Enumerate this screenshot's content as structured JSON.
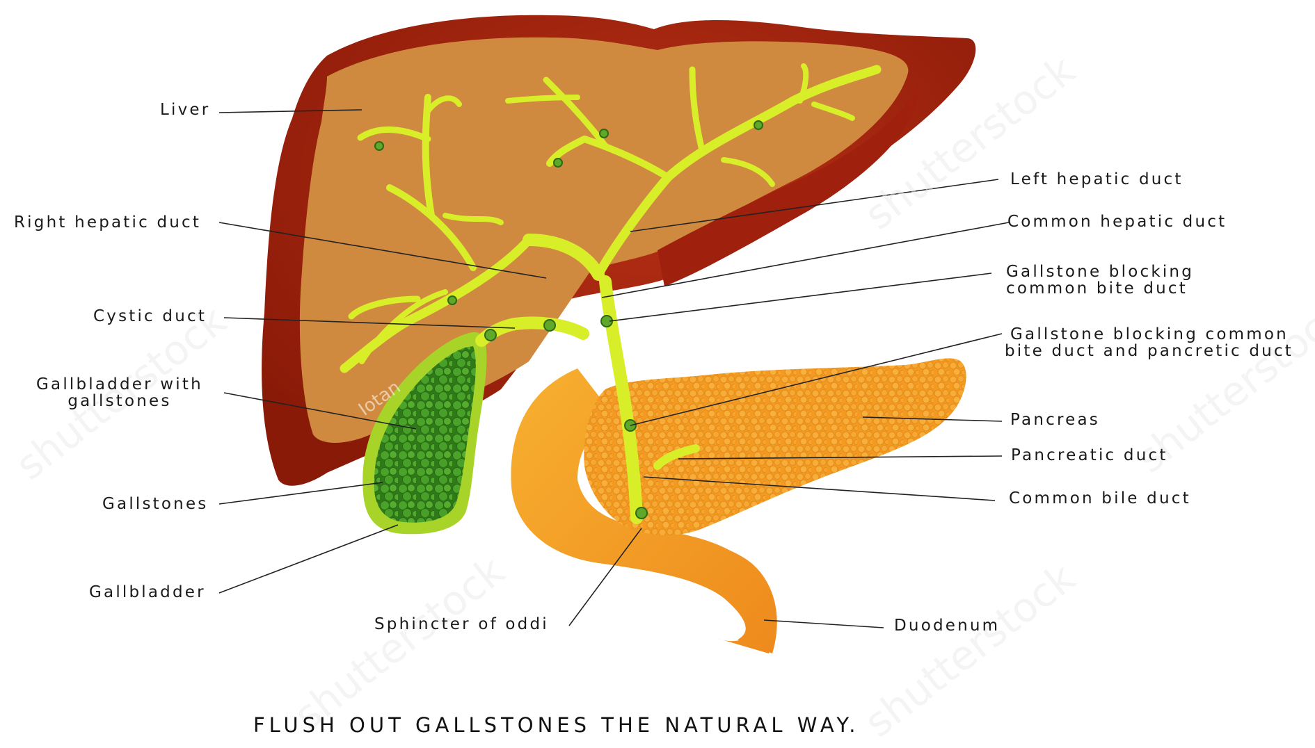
{
  "labels": {
    "liver": "Liver",
    "right_hepatic_duct": "Right hepatic duct",
    "cystic_duct": "Cystic duct",
    "gallbladder_with_gallstones": [
      "Gallbladder with",
      "gallstones"
    ],
    "gallstones": "Gallstones",
    "gallbladder": "Gallbladder",
    "sphincter_of_oddi": "Sphincter of oddi",
    "left_hepatic_duct": "Left hepatic duct",
    "common_hepatic_duct": "Common hepatic duct",
    "gallstone_blocking_common_bite_duct": [
      "Gallstone blocking",
      "common bite duct"
    ],
    "gallstone_blocking_common_bite_and_pancreatic_duct": [
      "Gallstone blocking common",
      "bite duct and pancretic duct"
    ],
    "pancreas": "Pancreas",
    "pancreatic_duct": "Pancreatic duct",
    "common_bile_duct": "Common bile duct",
    "duodenum": "Duodenum"
  },
  "caption": "FLUSH OUT GALLSTONES THE NATURAL WAY.",
  "watermarks": {
    "brand": "shutterstock",
    "author": "Iotan"
  },
  "colors": {
    "liver_outer": "#a0200e",
    "liver_inner": "#d08a40",
    "ducts": "#d7ee28",
    "gallbladder_outer": "#a8d42a",
    "gallstones": "#3f8f22",
    "pancreas": "#f29a22",
    "duodenum": "#f5a020"
  }
}
